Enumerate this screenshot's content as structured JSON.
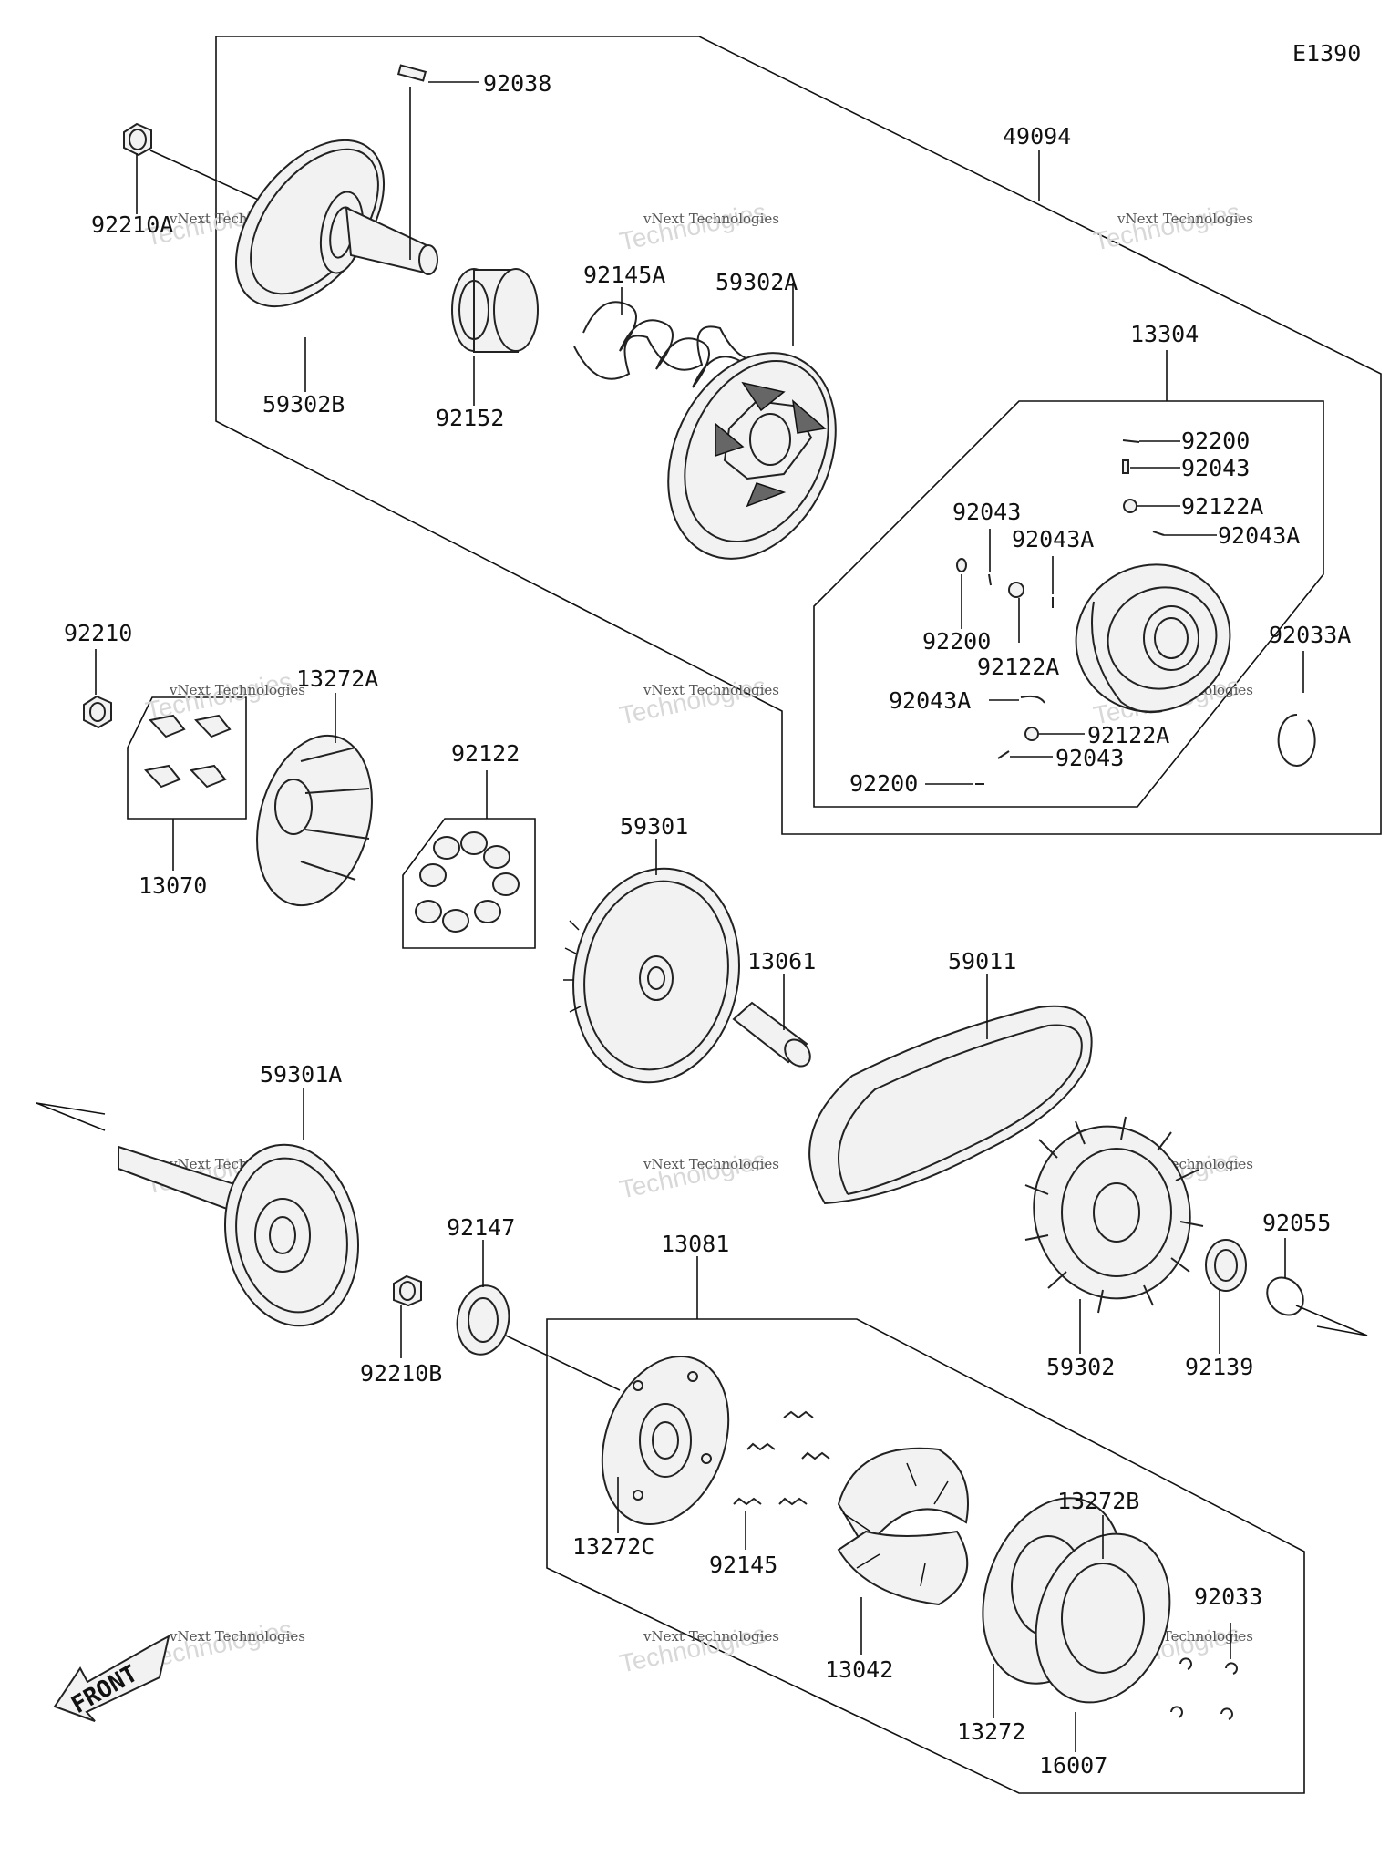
{
  "diagram": {
    "code": "E1390",
    "front_label": "FRONT",
    "watermark": {
      "line1": "vNext Technologies",
      "line2": "vNext\nTechnologies"
    },
    "part_labels": {
      "p92038": "92038",
      "p92210A": "92210A",
      "p49094": "49094",
      "p59302B": "59302B",
      "p92152": "92152",
      "p92145A": "92145A",
      "p59302A": "59302A",
      "p13304": "13304",
      "p92200a": "92200",
      "p92043a": "92043",
      "p92122Aa": "92122A",
      "p92043b": "92043",
      "p92043Aa": "92043A",
      "p92043Ab": "92043A",
      "p92200b": "92200",
      "p92122Ab": "92122A",
      "p92033A": "92033A",
      "p92043Ac": "92043A",
      "p92122Ac": "92122A",
      "p92043c": "92043",
      "p92200c": "92200",
      "p92210": "92210",
      "p13272A": "13272A",
      "p92122": "92122",
      "p13070": "13070",
      "p59301": "59301",
      "p13061": "13061",
      "p59011": "59011",
      "p59301A": "59301A",
      "p92147": "92147",
      "p13081": "13081",
      "p92055": "92055",
      "p92210B": "92210B",
      "p59302": "59302",
      "p92139": "92139",
      "p13272B": "13272B",
      "p13272C": "13272C",
      "p92145": "92145",
      "p92033": "92033",
      "p13042": "13042",
      "p13272": "13272",
      "p16007": "16007"
    }
  }
}
